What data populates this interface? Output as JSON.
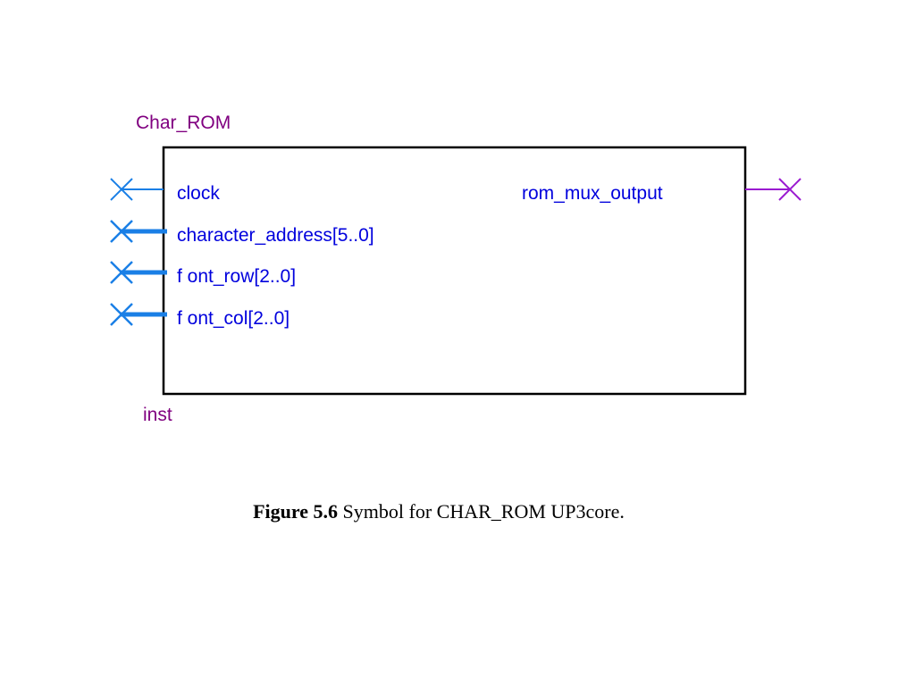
{
  "symbol": {
    "name": "Char_ROM",
    "instance": "inst",
    "colors": {
      "body_outline": "#000000",
      "pin_text": "#0000dd",
      "symbol_text": "#800080",
      "input_wire": "#1a7fe6",
      "output_wire": "#9a1ad0"
    },
    "inputs": [
      {
        "label": "clock",
        "bus": false
      },
      {
        "label": "character_address[5..0]",
        "bus": true
      },
      {
        "label": "f ont_row[2..0]",
        "bus": true
      },
      {
        "label": "f ont_col[2..0]",
        "bus": true
      }
    ],
    "outputs": [
      {
        "label": "rom_mux_output",
        "bus": false
      }
    ]
  },
  "caption": {
    "number": "Figure 5.6",
    "text": " Symbol for CHAR_ROM UP3core."
  }
}
